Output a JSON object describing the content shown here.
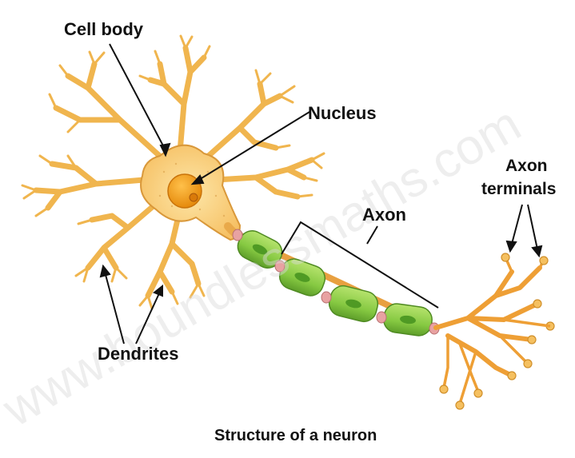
{
  "diagram": {
    "caption": "Structure of a neuron",
    "labels": {
      "cell_body": "Cell body",
      "nucleus": "Nucleus",
      "axon": "Axon",
      "axon_terminals_line1": "Axon",
      "axon_terminals_line2": "terminals",
      "dendrites": "Dendrites"
    },
    "watermark": "www.boundlessmaths.com",
    "colors": {
      "cell_body": "#f9cf7c",
      "cell_outline": "#d99a3a",
      "nucleus": "#f2a019",
      "myelin": "#8fd14a",
      "myelin_dark": "#5fa62a",
      "node": "#e79a9a",
      "axon": "#f0a63a",
      "terminal": "#f5c060"
    }
  }
}
